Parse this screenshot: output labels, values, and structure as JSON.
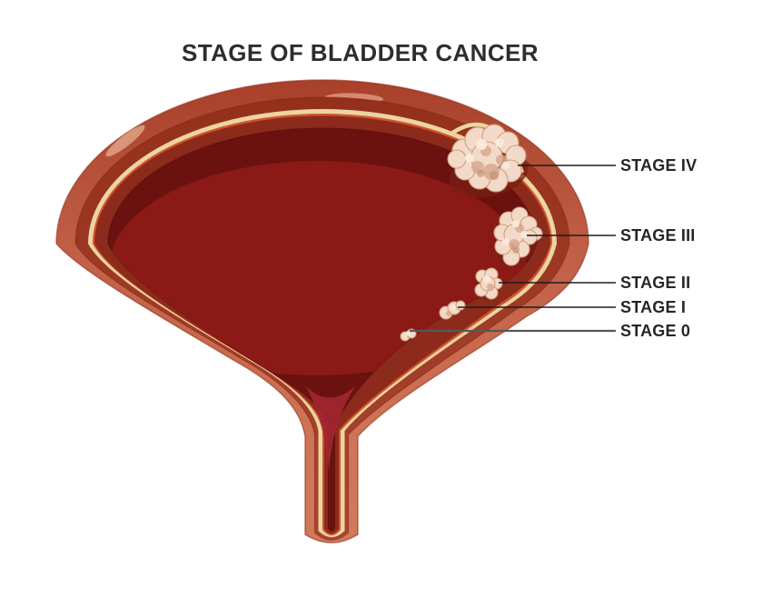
{
  "title": "STAGE OF BLADDER CANCER",
  "stages": [
    {
      "id": "stage-iv",
      "label": "STAGE IV"
    },
    {
      "id": "stage-iii",
      "label": "STAGE III"
    },
    {
      "id": "stage-ii",
      "label": "STAGE II"
    },
    {
      "id": "stage-i",
      "label": "STAGE I"
    },
    {
      "id": "stage-0",
      "label": "STAGE 0"
    }
  ],
  "palette": {
    "background": "#ffffff",
    "outer_wall_salmon": "#C8684F",
    "muscle_layer_red": "#A23A25",
    "submucosa_cream": "#EBD5A0",
    "mucosa_edge_orange": "#D2522E",
    "mucosa_dark_red": "#8C2A1B",
    "cavity_dark_maroon": "#6B1210",
    "cavity_light_maroon": "#8B1A16",
    "tumor_base": "#F3DAC8",
    "tumor_shade": "#D7A98E",
    "label_text": "#262626",
    "leader_line": "#1d1d1d"
  }
}
